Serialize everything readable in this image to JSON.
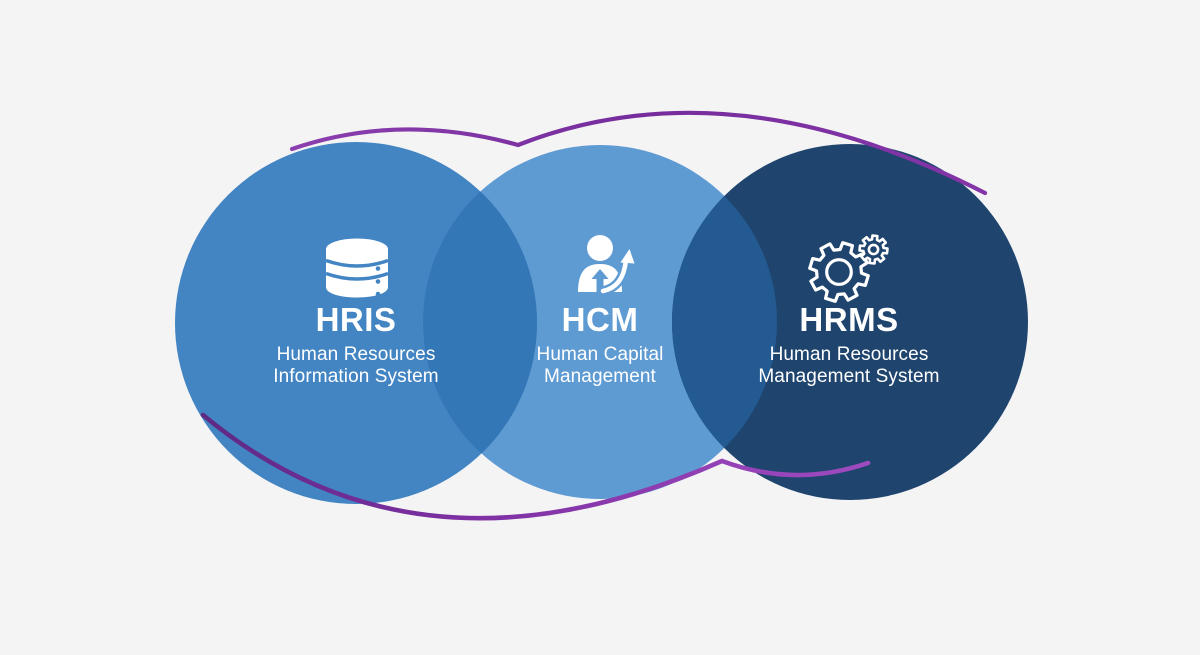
{
  "background_color": "#f4f4f5",
  "diagram": {
    "type": "venn-infographic",
    "circles": [
      {
        "abbr": "HRIS",
        "full_name_line1": "Human Resources",
        "full_name_line2": "Information System",
        "icon": "database-icon",
        "color": "#4385c3"
      },
      {
        "abbr": "HCM",
        "full_name_line1": "Human Capital",
        "full_name_line2": "Management",
        "icon": "person-growth-icon",
        "color": "#5f9bd3"
      },
      {
        "abbr": "HRMS",
        "full_name_line1": "Human Resources",
        "full_name_line2": "Management System",
        "icon": "gears-icon",
        "color": "#1f446e"
      }
    ],
    "overlaps": {
      "hris_hcm_color": "#3377b7",
      "hcm_hrms_color": "#235a91"
    },
    "accent_curve_color": "#7c2fa0",
    "text_color": "#ffffff"
  }
}
